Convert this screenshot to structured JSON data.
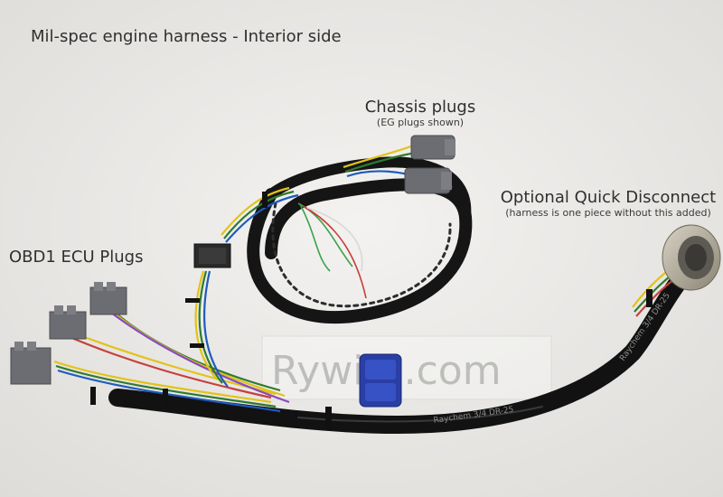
{
  "photo": {
    "title": "Mil-spec engine harness - Interior side",
    "watermark": "Rywire.com",
    "sleeve_print": "Raychem 3/4 DR-25",
    "colors": {
      "background": "#e9e8e6",
      "sleeve": "#1c1c1c",
      "plug_gray": "#6b6d72",
      "plug_blue": "#2a3fa6",
      "connector_metal": "#b0a894"
    }
  },
  "labels": {
    "chassis": {
      "title": "Chassis plugs",
      "subtitle": "(EG plugs shown)"
    },
    "quick_disconnect": {
      "title": "Optional Quick Disconnect",
      "subtitle": "(harness is one piece without this added)"
    },
    "obd1": {
      "title": "OBD1 ECU Plugs"
    }
  }
}
